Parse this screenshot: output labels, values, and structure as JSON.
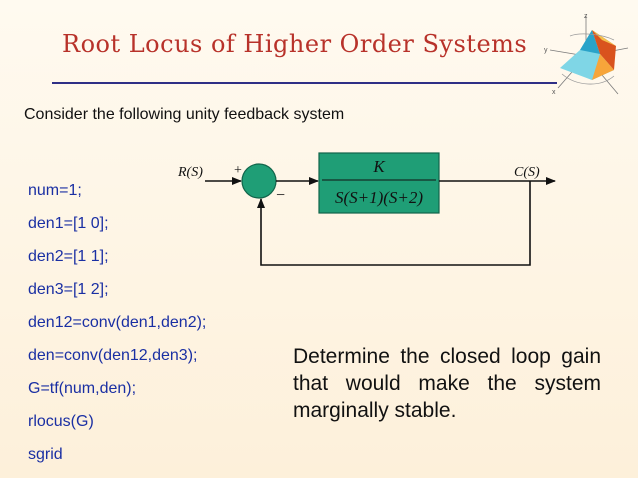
{
  "slide": {
    "title": "Root Locus of Higher Order Systems",
    "intro": "Consider the following unity feedback system",
    "code_lines": [
      "num=1;",
      "den1=[1   0];",
      "den2=[1   1];",
      "den3=[1   2];",
      "den12=conv(den1,den2);",
      "den=conv(den12,den3);",
      "G=tf(num,den);",
      "rlocus(G)",
      "sgrid"
    ],
    "question": "Determine the closed loop gain that would make the system marginally stable."
  },
  "diagram": {
    "input_label": "R(S)",
    "output_label": "C(S)",
    "plus_sign": "+",
    "minus_sign": "−",
    "block_numerator": "K",
    "block_denominator": "S(S+1)(S+2)"
  },
  "logo": {
    "icon": "matlab-membrane-logo-icon",
    "axis_labels": [
      "z",
      "y",
      "x"
    ]
  },
  "colors": {
    "title": "#b8322a",
    "title_rule": "#2f2f86",
    "code": "#1a2fa3",
    "block_fill": "#1f9e76",
    "summing_fill": "#1f9e76"
  }
}
